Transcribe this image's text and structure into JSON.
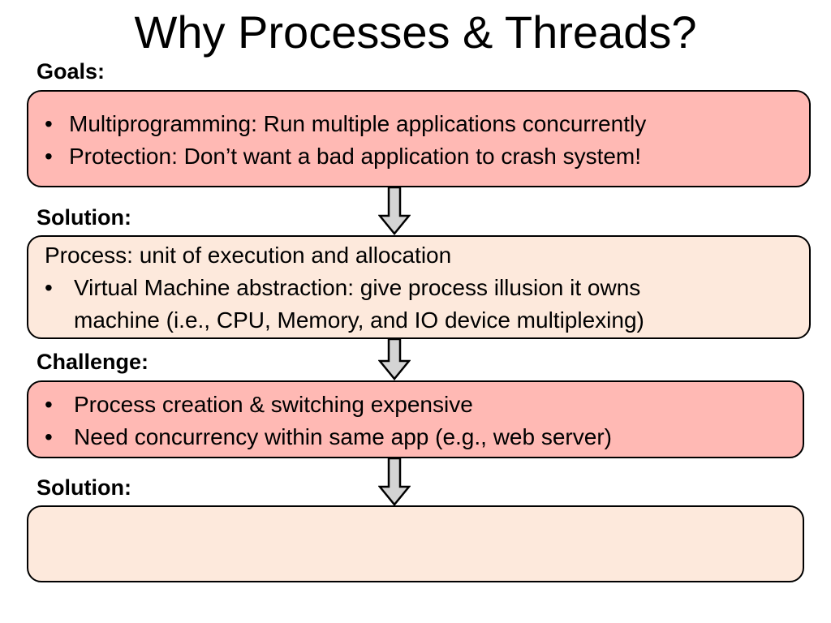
{
  "title": "Why Processes & Threads?",
  "goals": {
    "label": "Goals:",
    "items": [
      "Multiprogramming: Run multiple applications concurrently",
      "Protection: Don’t want a bad application to crash system!"
    ]
  },
  "solution1": {
    "label": "Solution:",
    "heading": "Process: unit of execution and allocation",
    "items": [
      "Virtual Machine abstraction: give process illusion it owns",
      "machine (i.e., CPU, Memory, and IO device multiplexing)"
    ]
  },
  "challenge": {
    "label": "Challenge:",
    "items": [
      "Process creation & switching expensive",
      "Need concurrency within same app (e.g., web server)"
    ]
  },
  "solution2": {
    "label": "Solution:"
  },
  "bullet_char": "•",
  "colors": {
    "red_box": "#ffb9b4",
    "cream_box": "#fde9dc",
    "arrow_fill": "#d4d4d4"
  }
}
